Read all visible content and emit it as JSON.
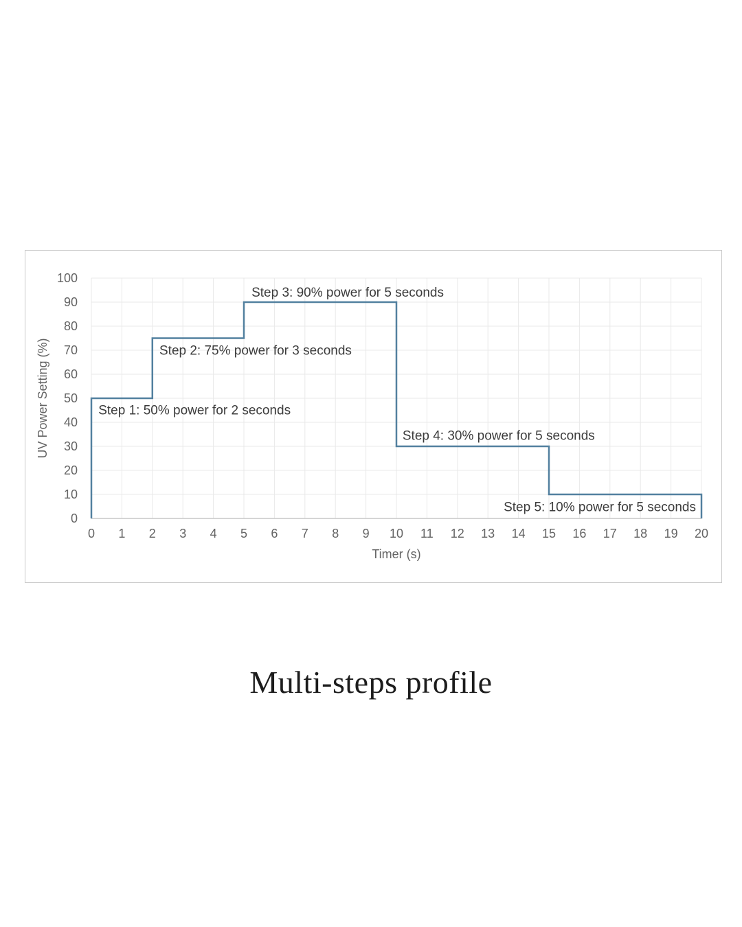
{
  "caption": {
    "text": "Multi-steps profile"
  },
  "chart_data": {
    "type": "line",
    "subtype": "step-profile",
    "title": "",
    "xlabel": "Timer (s)",
    "ylabel": "UV Power Setting (%)",
    "xlim": [
      0,
      20
    ],
    "ylim": [
      0,
      100
    ],
    "xtick_step": 1,
    "ytick_step": 10,
    "grid": true,
    "legend": "none",
    "colors": {
      "line": "#52809f",
      "grid": "#e9e9e9",
      "axis_line": "#c7c7c7",
      "tick_label": "#646464",
      "axis_title": "#646464",
      "annotation": "#3c3c3c"
    },
    "steps": [
      {
        "step": 1,
        "power_pct": 50,
        "duration_s": 2
      },
      {
        "step": 2,
        "power_pct": 75,
        "duration_s": 3
      },
      {
        "step": 3,
        "power_pct": 90,
        "duration_s": 5
      },
      {
        "step": 4,
        "power_pct": 30,
        "duration_s": 5
      },
      {
        "step": 5,
        "power_pct": 10,
        "duration_s": 5
      }
    ],
    "points": [
      [
        0,
        0
      ],
      [
        0,
        50
      ],
      [
        2,
        50
      ],
      [
        2,
        75
      ],
      [
        5,
        75
      ],
      [
        5,
        90
      ],
      [
        10,
        90
      ],
      [
        10,
        30
      ],
      [
        15,
        30
      ],
      [
        15,
        10
      ],
      [
        20,
        10
      ],
      [
        20,
        0
      ]
    ],
    "annotations": [
      {
        "text": "Step 1: 50% power for 2 seconds",
        "x": 0.23,
        "y": 45.1,
        "anchor": "start"
      },
      {
        "text": "Step 2: 75% power for 3 seconds",
        "x": 2.23,
        "y": 70.0,
        "anchor": "start"
      },
      {
        "text": "Step 3: 90% power for 5 seconds",
        "x": 5.25,
        "y": 94.1,
        "anchor": "start"
      },
      {
        "text": "Step 4: 30% power for 5 seconds",
        "x": 10.2,
        "y": 34.6,
        "anchor": "start"
      },
      {
        "text": "Step 5: 10% power for 5 seconds",
        "x": 19.82,
        "y": 4.8,
        "anchor": "end"
      }
    ]
  }
}
